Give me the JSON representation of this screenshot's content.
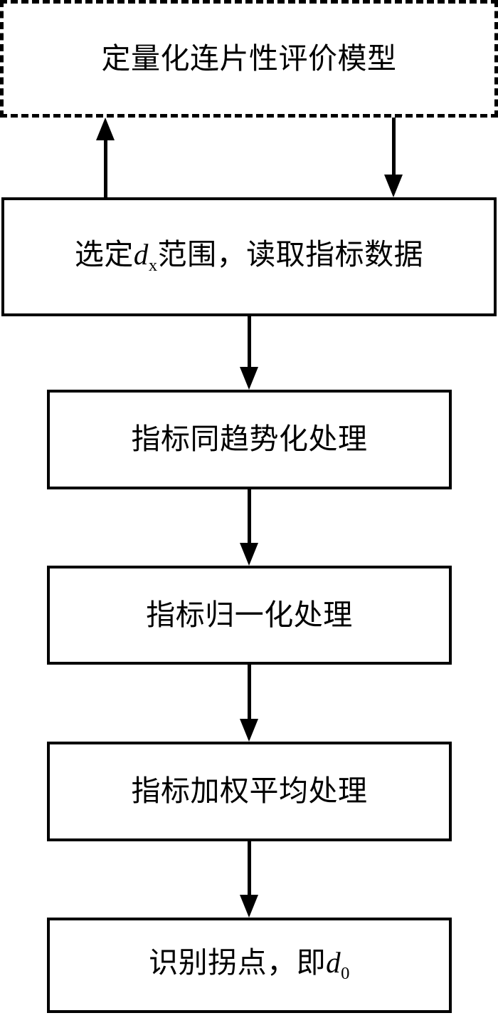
{
  "diagram": {
    "title_box": {
      "label": "定量化连片性评价模型",
      "border_style": "dashed",
      "border_color": "#000000"
    },
    "nodes": [
      {
        "id": "range",
        "label_prefix": "选定",
        "variable": "d",
        "subscript": "x",
        "label_suffix": "范围，读取指标数据",
        "plain_label": "选定dx范围，读取指标数据",
        "border_style": "solid"
      },
      {
        "id": "trend",
        "label": "指标同趋势化处理",
        "border_style": "solid"
      },
      {
        "id": "normalize",
        "label": "指标归一化处理",
        "border_style": "solid"
      },
      {
        "id": "weighted",
        "label": "指标加权平均处理",
        "border_style": "solid"
      },
      {
        "id": "inflection",
        "label_prefix": "识别拐点，即",
        "variable": "d",
        "subscript": "0",
        "label_suffix": "",
        "plain_label": "识别拐点，即d0",
        "border_style": "solid"
      }
    ],
    "connectors": [
      {
        "id": "feedback",
        "from": "range",
        "to": "title_box",
        "direction": "up"
      },
      {
        "id": "entry",
        "from": "title_box",
        "to": "range",
        "direction": "down"
      },
      {
        "id": "range-trend",
        "from": "range",
        "to": "trend",
        "direction": "down"
      },
      {
        "id": "trend-normalize",
        "from": "trend",
        "to": "normalize",
        "direction": "down"
      },
      {
        "id": "normalize-weighted",
        "from": "normalize",
        "to": "weighted",
        "direction": "down"
      },
      {
        "id": "weighted-inflection",
        "from": "weighted",
        "to": "inflection",
        "direction": "down"
      }
    ],
    "colors": {
      "stroke": "#000000",
      "background": "#ffffff",
      "text": "#000000"
    }
  }
}
